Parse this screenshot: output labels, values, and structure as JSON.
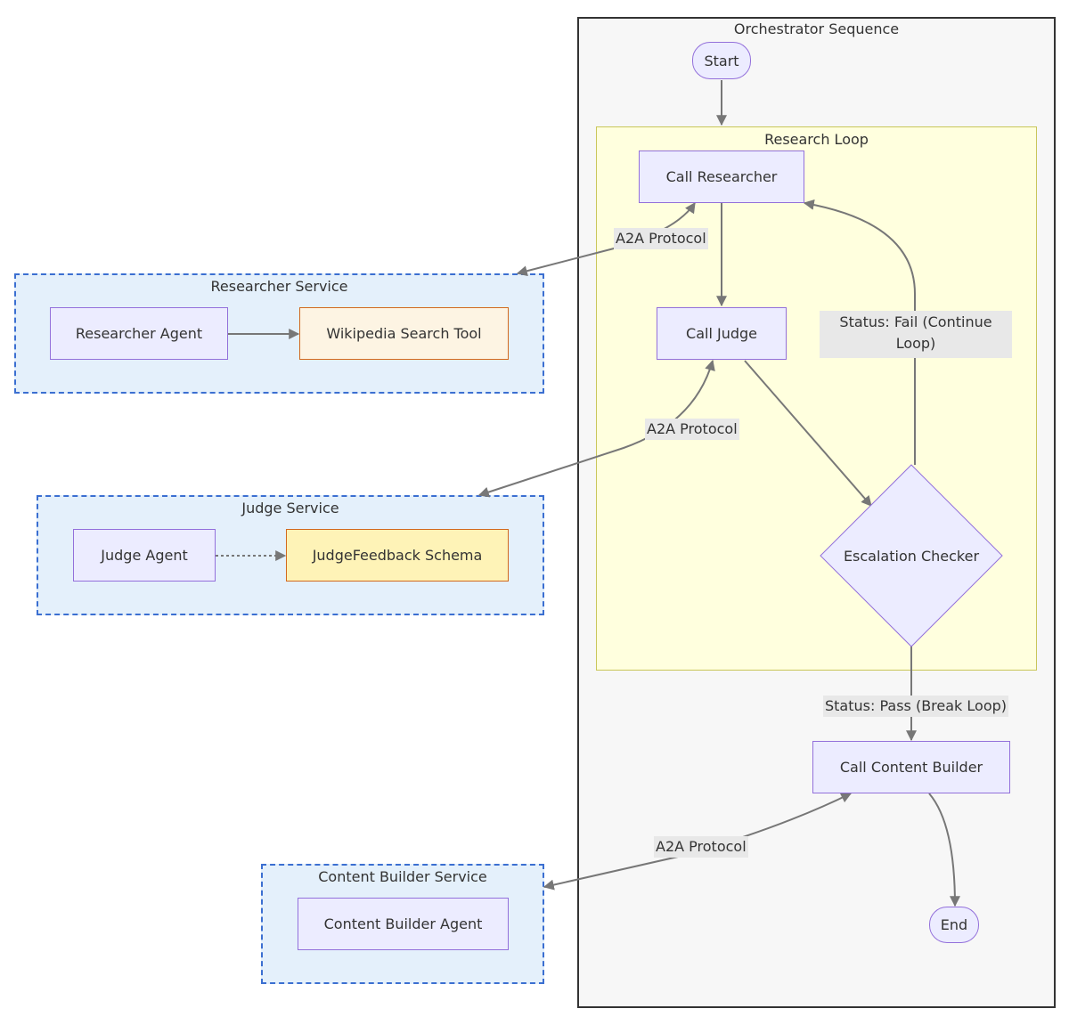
{
  "clusters": {
    "orchestrator": "Orchestrator Sequence",
    "research_loop": "Research Loop",
    "researcher_service": "Researcher Service",
    "judge_service": "Judge Service",
    "content_builder_service": "Content Builder Service"
  },
  "nodes": {
    "start": "Start",
    "call_researcher": "Call Researcher",
    "call_judge": "Call Judge",
    "escalation_checker": "Escalation Checker",
    "call_content_builder": "Call Content Builder",
    "end": "End",
    "researcher_agent": "Researcher Agent",
    "wikipedia_search_tool": "Wikipedia Search Tool",
    "judge_agent": "Judge Agent",
    "judge_feedback_schema": "JudgeFeedback Schema",
    "content_builder_agent": "Content Builder Agent"
  },
  "edge_labels": {
    "a2a_researcher": "A2A Protocol",
    "a2a_judge": "A2A Protocol",
    "a2a_content_builder": "A2A Protocol",
    "status_fail": "Status: Fail (Continue Loop)",
    "status_pass": "Status: Pass (Break Loop)"
  },
  "colors": {
    "node_fill": "#ececff",
    "node_stroke": "#9370db",
    "tool_fill": "#fdf4e3",
    "schema_fill": "#fef3b7",
    "service_fill": "#e4f0fb",
    "service_stroke": "#3b6fd1",
    "loop_fill": "#ffffde",
    "edge": "#777777"
  }
}
